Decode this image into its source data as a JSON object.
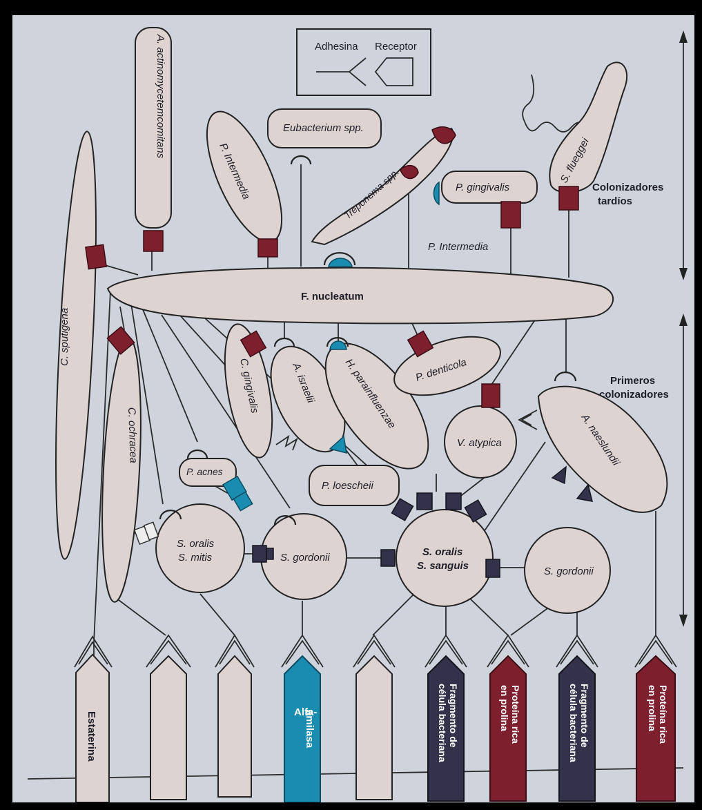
{
  "legend": {
    "adhesin": "Adhesina",
    "receptor": "Receptor"
  },
  "zones": {
    "late": [
      "Colonizadores",
      "tardíos"
    ],
    "early": [
      "Primeros",
      "colonizadores"
    ]
  },
  "bacteria": {
    "f_nucleatum": "F. nucleatum",
    "a_actino": "A. actinomycetemcomitans",
    "p_intermedia_top": "P. Intermedia",
    "eubacterium": "Eubacterium spp.",
    "treponema": "Treponema spp.",
    "p_gingivalis": "P. gingivalis",
    "s_flueggei": "S. flueggei",
    "p_intermedia_text": "P. Intermedia",
    "c_sputigena": "C. sputigena",
    "c_ochracea": "C. ochracea",
    "c_gingivalis": "C. gingivalis",
    "a_israelii": "A. israelii",
    "h_parainfluenzae": "H. parainfluenzae",
    "p_denticola": "P. denticola",
    "v_atypica": "V. atypica",
    "a_naeslundii": "A. naeslundii",
    "p_acnes": "P. acnes",
    "p_loescheii": "P. loescheii",
    "s_oralis_mitis": [
      "S. oralis",
      "S. mitis"
    ],
    "s_gordonii_1": "S. gordonii",
    "s_oralis_sanguis": [
      "S. oralis",
      "S. sanguis"
    ],
    "s_gordonii_2": "S. gordonii"
  },
  "receptors": {
    "estaterina": "Estaterina",
    "alfa_amilasa": [
      "Alfa-",
      "amilasa"
    ],
    "fragmento_1": [
      "Fragmento de",
      "célula bacteriana"
    ],
    "proteina_1": [
      "Proteína rica",
      "en prolina"
    ],
    "fragmento_2": [
      "Fragmento de",
      "célula bacteriana"
    ],
    "proteina_2": [
      "Proteína rica",
      "en prolina"
    ]
  },
  "colors": {
    "background": "#cfd4dc",
    "cell": "#ddd3d1",
    "maroon": "#7e1f2e",
    "navy": "#34324a",
    "teal": "#1a8cb0"
  }
}
